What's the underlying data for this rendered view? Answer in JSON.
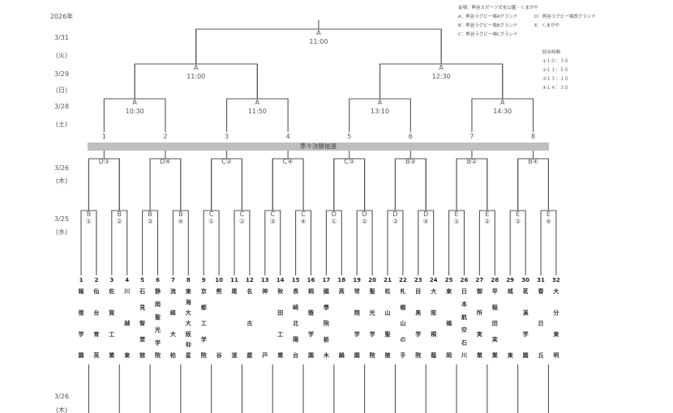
{
  "dates": [
    {
      "text": "2026年"
    },
    {
      "text": "3/31"
    },
    {
      "text": "(火)"
    },
    {
      "text": "3/29"
    },
    {
      "text": "(日)"
    },
    {
      "text": "3/28"
    },
    {
      "text": "(土)"
    },
    {
      "text": "3/26"
    },
    {
      "text": "(木)"
    },
    {
      "text": "3/25"
    },
    {
      "text": "(水)"
    },
    {
      "text": "3/26"
    },
    {
      "text": "(木)"
    }
  ],
  "legend": {
    "venue_title": "会場：熊谷スポーツ文化公園・くまがや",
    "venues": [
      "A：熊谷ラグビー場Aグランド",
      "D：熊谷ラグビー場西グランド",
      "B：熊谷ラグビー場Bグランド",
      "E：くまがや",
      "C：熊谷ラグビー場Cグランド"
    ],
    "times_title": "試合時間",
    "times": [
      "①１０：３０",
      "②１１：５０",
      "③１３：１０",
      "④１４：３０"
    ]
  },
  "final": {
    "venue": "A",
    "time": "11:00"
  },
  "semifinals": [
    {
      "venue": "A",
      "time": "11:00"
    },
    {
      "venue": "A",
      "time": "12:30"
    }
  ],
  "quarterfinals": [
    {
      "venue": "A",
      "time": "10:30"
    },
    {
      "venue": "A",
      "time": "11:50"
    },
    {
      "venue": "A",
      "time": "13:10"
    },
    {
      "venue": "A",
      "time": "14:30"
    }
  ],
  "draw_slots": [
    "1",
    "2",
    "3",
    "4",
    "5",
    "6",
    "7",
    "8"
  ],
  "draw_bar_label": "準々決勝抽選",
  "round2": [
    "D③",
    "D④",
    "C②",
    "C④",
    "C③",
    "B③",
    "B②",
    "B④"
  ],
  "round1": [
    {
      "venue": "B",
      "slot": "①"
    },
    {
      "venue": "B",
      "slot": "②"
    },
    {
      "venue": "B",
      "slot": "③"
    },
    {
      "venue": "B",
      "slot": "④"
    },
    {
      "venue": "C",
      "slot": "①"
    },
    {
      "venue": "C",
      "slot": "②"
    },
    {
      "venue": "C",
      "slot": "③"
    },
    {
      "venue": "C",
      "slot": "④"
    },
    {
      "venue": "D",
      "slot": "①"
    },
    {
      "venue": "D",
      "slot": "②"
    },
    {
      "venue": "D",
      "slot": "③"
    },
    {
      "venue": "D",
      "slot": "④"
    },
    {
      "venue": "E",
      "slot": "①"
    },
    {
      "venue": "E",
      "slot": "②"
    },
    {
      "venue": "E",
      "slot": "③"
    },
    {
      "venue": "E",
      "slot": "④"
    }
  ],
  "teams": [
    {
      "num": "1",
      "name": "報徳学園"
    },
    {
      "num": "2",
      "name": "仙台育英"
    },
    {
      "num": "3",
      "name": "佐賀工業"
    },
    {
      "num": "4",
      "name": "川越東"
    },
    {
      "num": "5",
      "name": "石見智翠館"
    },
    {
      "num": "6",
      "name": "静岡聖光学院"
    },
    {
      "num": "7",
      "name": "流経大柏"
    },
    {
      "num": "8",
      "name": "東海大大阪仰星"
    },
    {
      "num": "9",
      "name": "京都工学院"
    },
    {
      "num": "10",
      "name": "熊谷"
    },
    {
      "num": "11",
      "name": "尾道"
    },
    {
      "num": "12",
      "name": "名古屋"
    },
    {
      "num": "13",
      "name": "神戸"
    },
    {
      "num": "14",
      "name": "秋田工業"
    },
    {
      "num": "15",
      "name": "長崎北陽台"
    },
    {
      "num": "16",
      "name": "桐蔭学園"
    },
    {
      "num": "17",
      "name": "國學院栃木"
    },
    {
      "num": "18",
      "name": "高鍋"
    },
    {
      "num": "19",
      "name": "常翔学園"
    },
    {
      "num": "20",
      "name": "聖光学院"
    },
    {
      "num": "21",
      "name": "松山聖陵"
    },
    {
      "num": "22",
      "name": "札幌山の手"
    },
    {
      "num": "23",
      "name": "目黒学院"
    },
    {
      "num": "24",
      "name": "大阪桐蔭"
    },
    {
      "num": "25",
      "name": "東福岡"
    },
    {
      "num": "26",
      "name": "日本航空石川"
    },
    {
      "num": "27",
      "name": "御所実業"
    },
    {
      "num": "28",
      "name": "早稲田実業"
    },
    {
      "num": "29",
      "name": "城東"
    },
    {
      "num": "30",
      "name": "茗溪学園"
    },
    {
      "num": "31",
      "name": "春日丘"
    },
    {
      "num": "32",
      "name": "大分東明"
    }
  ]
}
